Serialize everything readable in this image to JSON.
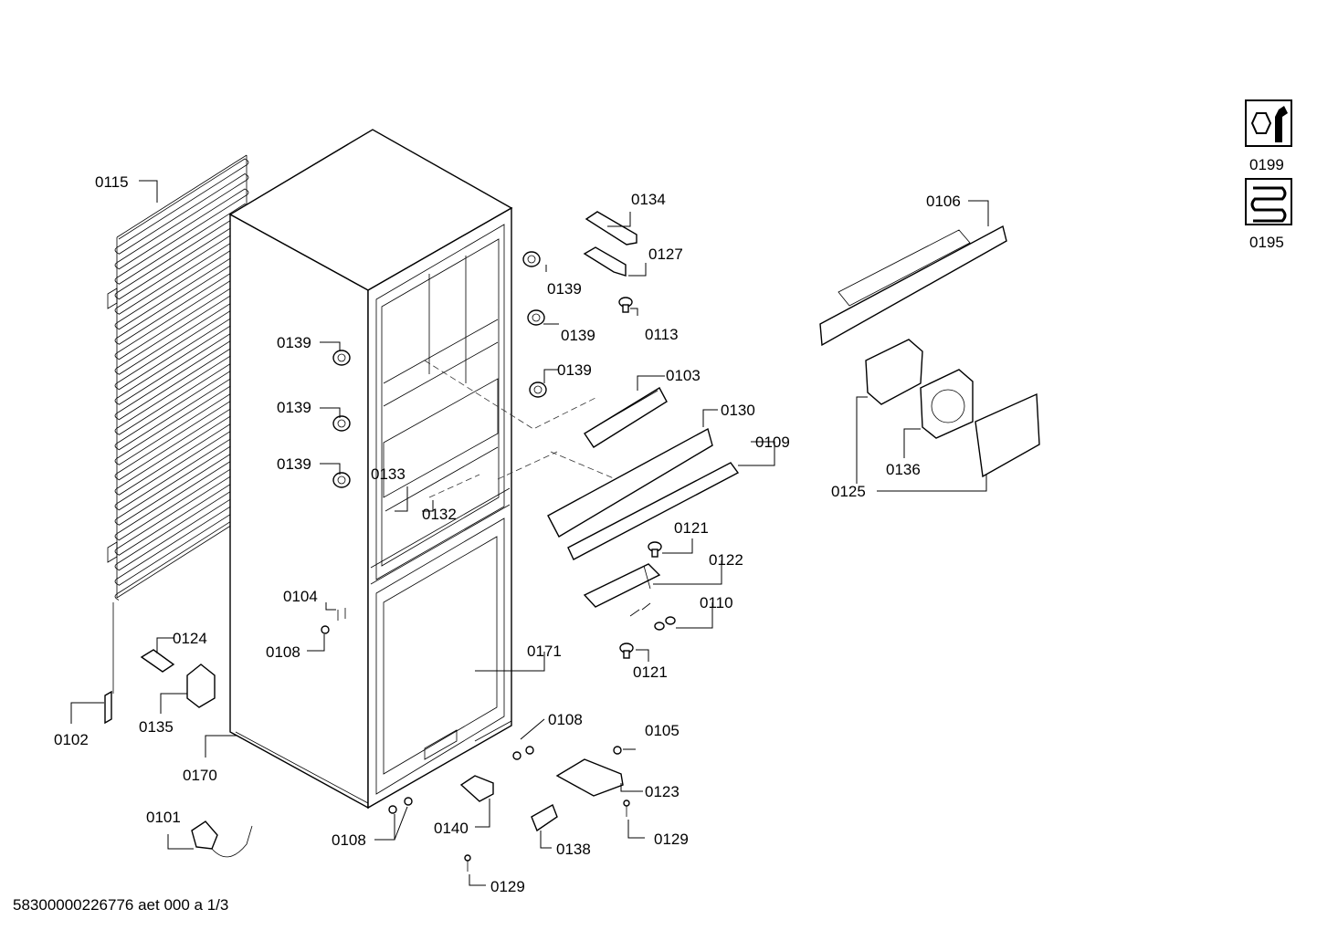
{
  "labels": {
    "l0115": "0115",
    "l0134": "0134",
    "l0127": "0127",
    "l0106": "0106",
    "l0139a": "0139",
    "l0139b": "0139",
    "l0139c": "0139",
    "l0139d": "0139",
    "l0139e": "0139",
    "l0139f": "0139",
    "l0113": "0113",
    "l0103": "0103",
    "l0130": "0130",
    "l0109": "0109",
    "l0133": "0133",
    "l0132": "0132",
    "l0121a": "0121",
    "l0121b": "0121",
    "l0122": "0122",
    "l0110": "0110",
    "l0104": "0104",
    "l0108a": "0108",
    "l0108b": "0108",
    "l0108c": "0108",
    "l0171": "0171",
    "l0124": "0124",
    "l0135": "0135",
    "l0102": "0102",
    "l0170": "0170",
    "l0101": "0101",
    "l0105": "0105",
    "l0123": "0123",
    "l0140": "0140",
    "l0138": "0138",
    "l0129a": "0129",
    "l0129b": "0129",
    "l0125": "0125",
    "l0136": "0136",
    "l0199": "0199",
    "l0195": "0195"
  },
  "footer": "58300000226776 aet 000 a 1/3"
}
